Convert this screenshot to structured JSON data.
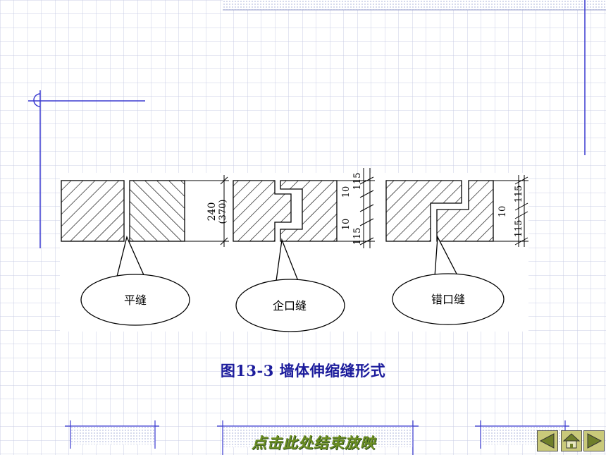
{
  "figure": {
    "caption": "图13-3  墙体伸缩缝形式",
    "joints": [
      {
        "label": "平缝"
      },
      {
        "label": "企口缝"
      },
      {
        "label": "错口缝"
      }
    ],
    "dimensions": {
      "thickness": "240",
      "thickness_alt": "(370)",
      "seg_a": "115",
      "seg_b": "10",
      "seg_c": "10",
      "seg_d": "115"
    }
  },
  "navigation": {
    "end_show": "点击此处结束放映",
    "back_icon": "triangle-left-icon",
    "home_icon": "home-icon",
    "next_icon": "triangle-right-icon"
  },
  "colors": {
    "grid": "#c8cce4",
    "accent": "#3a3ad0",
    "caption": "#1c1c9c",
    "end_text": "#6b8e23"
  }
}
